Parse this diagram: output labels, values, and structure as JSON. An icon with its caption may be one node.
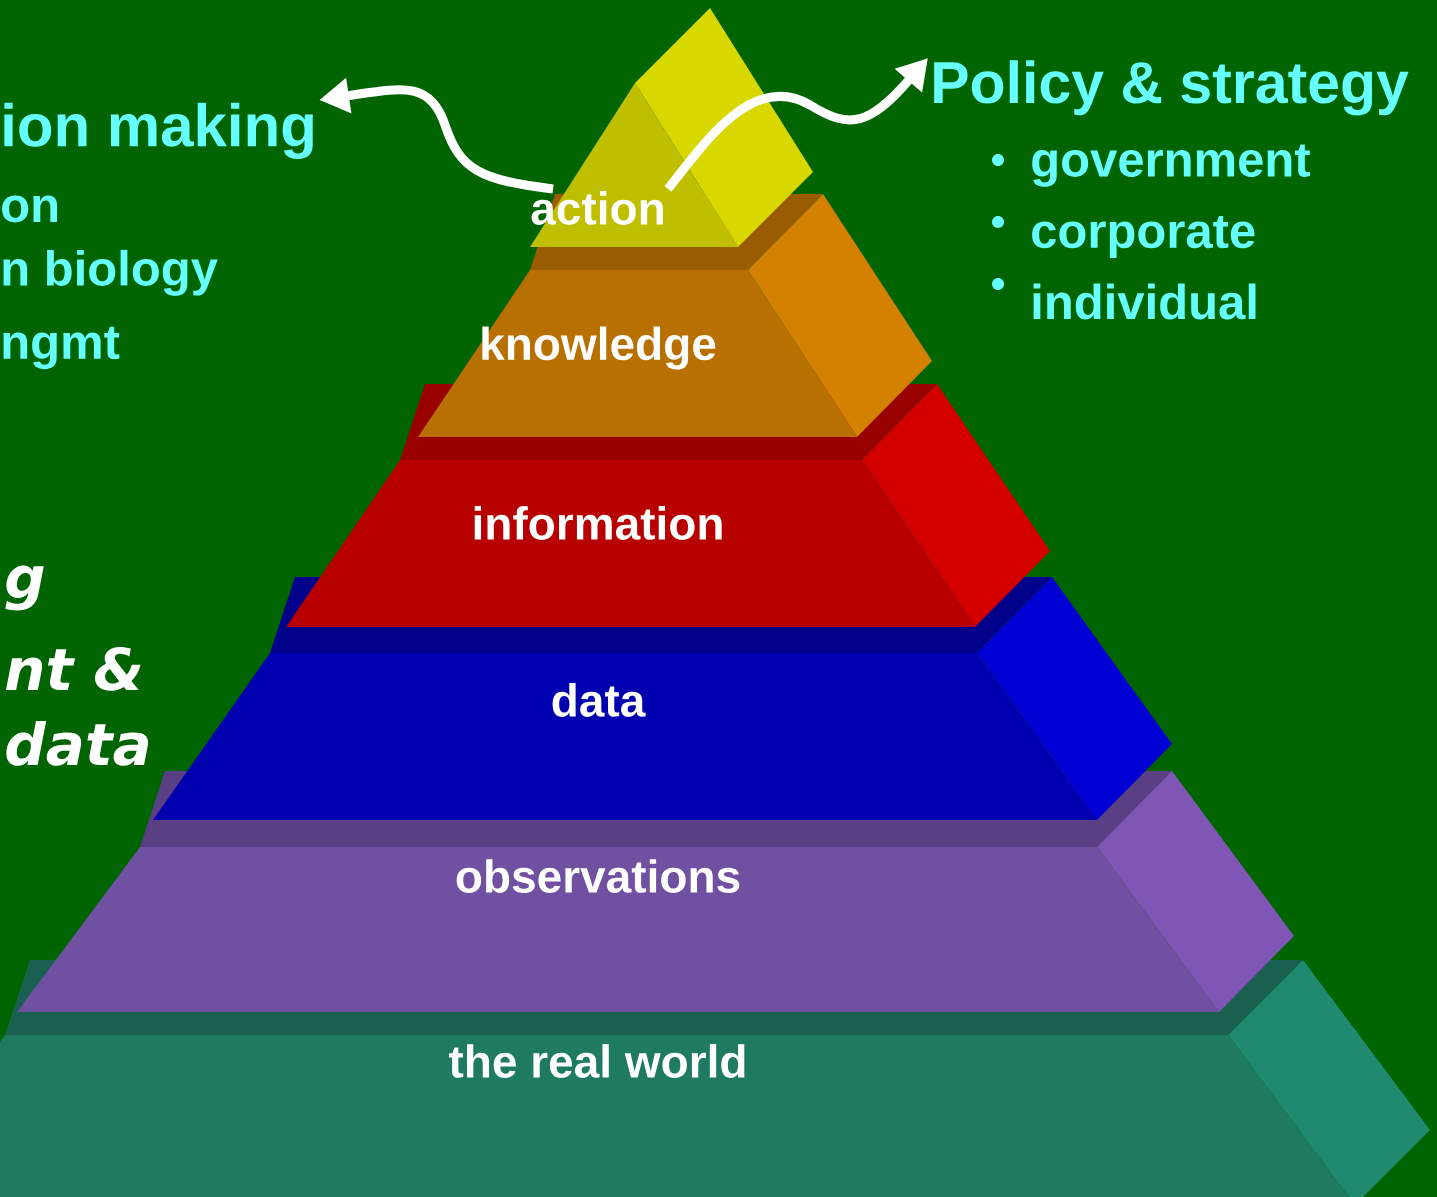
{
  "diagram": {
    "nodes": [
      {
        "text": [
          "action"
        ]
      },
      {
        "text": [
          "knowledge"
        ]
      },
      {
        "text": [
          "information"
        ]
      },
      {
        "text": [
          "data"
        ]
      },
      {
        "text": [
          "observations"
        ]
      },
      {
        "text": [
          "the real world"
        ]
      },
      {
        "text": [
          "ion making",
          "on",
          "n biology",
          "ngmt"
        ]
      },
      {
        "text": [
          "Policy & strategy",
          "government",
          "corporate",
          "individual"
        ]
      }
    ],
    "edges": [
      {
        "from": 0,
        "to": 6,
        "arrow": "to"
      },
      {
        "from": 0,
        "to": 7,
        "arrow": "to"
      }
    ],
    "labels": [
      "g",
      "nt &",
      "data"
    ]
  }
}
